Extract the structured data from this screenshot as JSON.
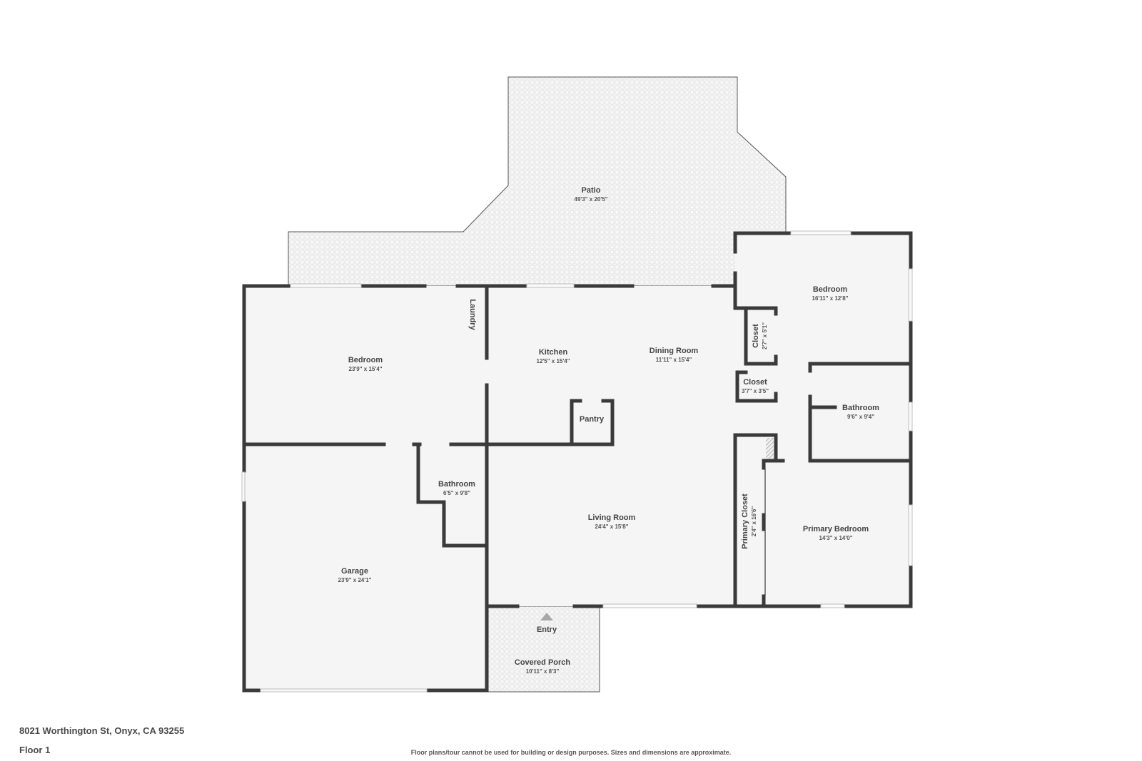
{
  "floor_plan": {
    "address": "8021 Worthington St, Onyx, CA 93255",
    "floor_label": "Floor 1",
    "disclaimer": "Floor plans/tour cannot be used for building or design purposes. Sizes and dimensions are approximate.",
    "colors": {
      "wall": "#3a3a3a",
      "room_fill": "#f5f5f5",
      "patio_pattern": "#e6e6e6",
      "text": "#454545",
      "entry_arrow": "#a8a8a8"
    },
    "rooms": {
      "patio": {
        "name": "Patio",
        "dims": "49'3\" x 20'5\""
      },
      "bedroom_west": {
        "name": "Bedroom",
        "dims": "23'9\" x 15'4\""
      },
      "laundry": {
        "name": "Laundry"
      },
      "kitchen": {
        "name": "Kitchen",
        "dims": "12'5\" x 15'4\""
      },
      "dining_room": {
        "name": "Dining Room",
        "dims": "11'11\" x 15'4\""
      },
      "pantry": {
        "name": "Pantry"
      },
      "bedroom_east": {
        "name": "Bedroom",
        "dims": "16'11\" x 12'8\""
      },
      "closet_1": {
        "name": "Closet",
        "dims": "2'7\" x 5'1\""
      },
      "closet_2": {
        "name": "Closet",
        "dims": "3'7\" x 3'5\""
      },
      "bathroom_east": {
        "name": "Bathroom",
        "dims": "9'6\" x 9'4\""
      },
      "bathroom_west": {
        "name": "Bathroom",
        "dims": "6'5\" x 9'8\""
      },
      "living_room": {
        "name": "Living Room",
        "dims": "24'4\" x 15'8\""
      },
      "primary_closet": {
        "name": "Primary Closet",
        "dims": "2'4\" x 16'6\""
      },
      "primary_bedroom": {
        "name": "Primary Bedroom",
        "dims": "14'3\" x 14'0\""
      },
      "garage": {
        "name": "Garage",
        "dims": "23'9\" x 24'1\""
      },
      "entry": {
        "name": "Entry"
      },
      "covered_porch": {
        "name": "Covered Porch",
        "dims": "10'11\" x 8'3\""
      }
    }
  }
}
